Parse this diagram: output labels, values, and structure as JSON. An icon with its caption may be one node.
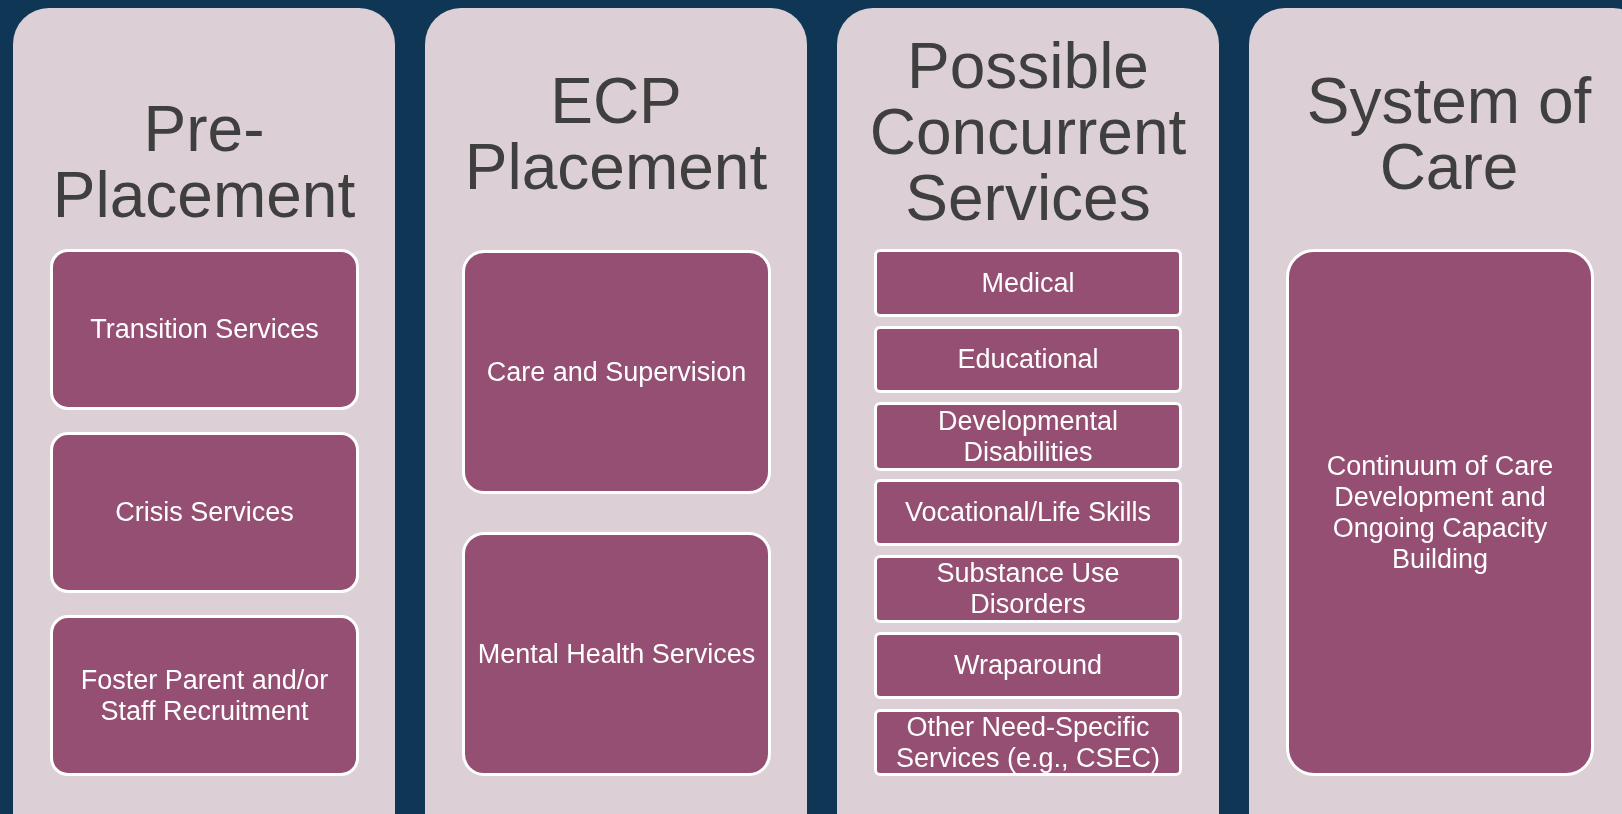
{
  "diagram": {
    "nodes": [
      {
        "text": [
          "Pre-Placement"
        ]
      },
      {
        "text": [
          "Transition Services"
        ],
        "in": 0
      },
      {
        "text": [
          "Crisis Services"
        ],
        "in": 0
      },
      {
        "text": [
          "Foster Parent and/or Staff Recruitment"
        ],
        "in": 0
      },
      {
        "text": [
          "ECP Placement"
        ]
      },
      {
        "text": [
          "Care and Supervision"
        ],
        "in": 4
      },
      {
        "text": [
          "Mental Health Services"
        ],
        "in": 4
      },
      {
        "text": [
          "Possible Concurrent Services"
        ]
      },
      {
        "text": [
          "Medical"
        ],
        "in": 7
      },
      {
        "text": [
          "Educational"
        ],
        "in": 7
      },
      {
        "text": [
          "Developmental Disabilities"
        ],
        "in": 7
      },
      {
        "text": [
          "Vocational/Life Skills"
        ],
        "in": 7
      },
      {
        "text": [
          "Substance Use Disorders"
        ],
        "in": 7
      },
      {
        "text": [
          "Wraparound"
        ],
        "in": 7
      },
      {
        "text": [
          "Other Need-Specific Services (e.g., CSEC)"
        ],
        "in": 7
      },
      {
        "text": [
          "System of Care"
        ]
      },
      {
        "text": [
          "Continuum of Care Development and Ongoing Capacity Building"
        ],
        "in": 15
      }
    ]
  }
}
